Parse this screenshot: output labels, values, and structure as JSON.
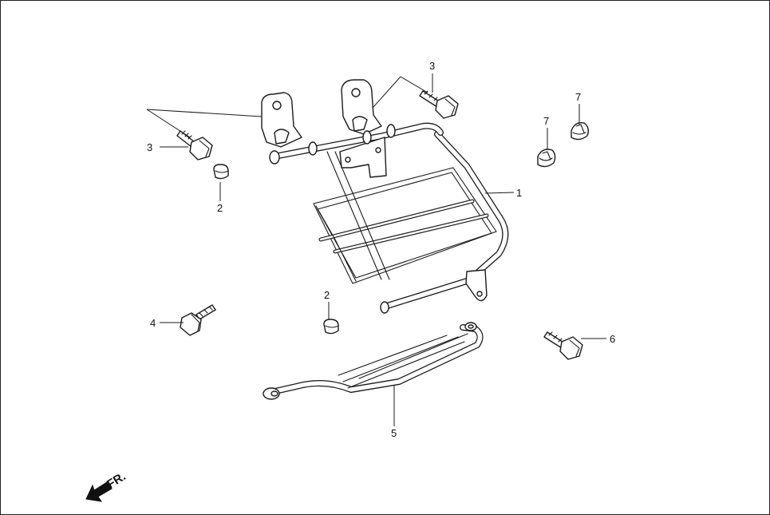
{
  "callouts": [
    {
      "id": "c1",
      "text": "1"
    },
    {
      "id": "c2a",
      "text": "2"
    },
    {
      "id": "c2b",
      "text": "2"
    },
    {
      "id": "c3a",
      "text": "3"
    },
    {
      "id": "c3b",
      "text": "3"
    },
    {
      "id": "c4",
      "text": "4"
    },
    {
      "id": "c5",
      "text": "5"
    },
    {
      "id": "c6",
      "text": "6"
    },
    {
      "id": "c7a",
      "text": "7"
    },
    {
      "id": "c7b",
      "text": "7"
    }
  ],
  "direction_label": "FR.",
  "colors": {
    "line": "#1a1a1a",
    "background": "#ffffff"
  }
}
